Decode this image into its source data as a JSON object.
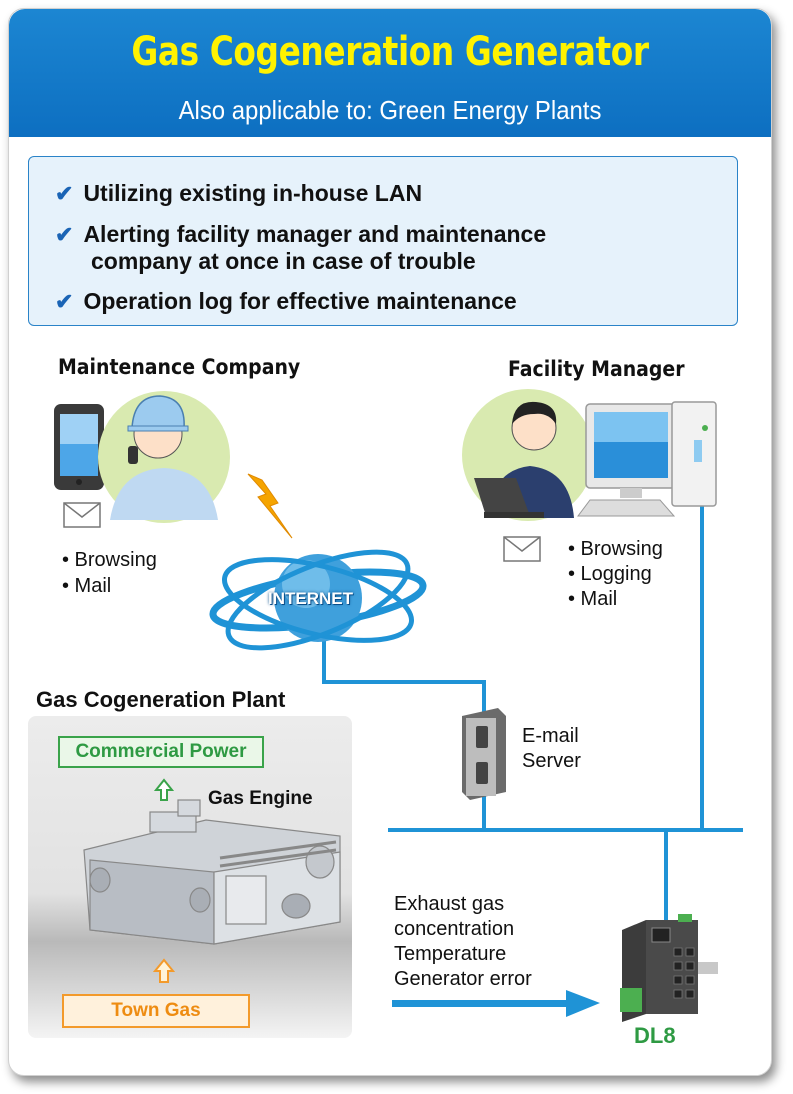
{
  "header": {
    "title": "Gas Cogeneration Generator",
    "subtitle": "Also applicable to: Green Energy Plants"
  },
  "features": [
    "Utilizing existing in-house LAN",
    "Alerting facility manager and maintenance",
    "company at once in case of trouble",
    "Operation log for effective maintenance"
  ],
  "check_glyph": "✔",
  "maintenance": {
    "title": "Maintenance Company",
    "items": [
      "• Browsing",
      "• Mail"
    ]
  },
  "facility": {
    "title": "Facility Manager",
    "items": [
      "• Browsing",
      "• Logging",
      "• Mail"
    ]
  },
  "internet_label": "INTERNET",
  "email_server": [
    "E-mail",
    "Server"
  ],
  "plant": {
    "title": "Gas Cogeneration Plant",
    "commercial_power": "Commercial Power",
    "engine": "Gas Engine",
    "town_gas": "Town Gas"
  },
  "signals": [
    "Exhaust gas",
    "concentration",
    "Temperature",
    "Generator error"
  ],
  "device": "DL8",
  "colors": {
    "header": "#1477c8",
    "title": "#fff200",
    "network_line": "#1f93d6",
    "accent_green": "#2e9a43",
    "accent_orange": "#ee8c12"
  }
}
